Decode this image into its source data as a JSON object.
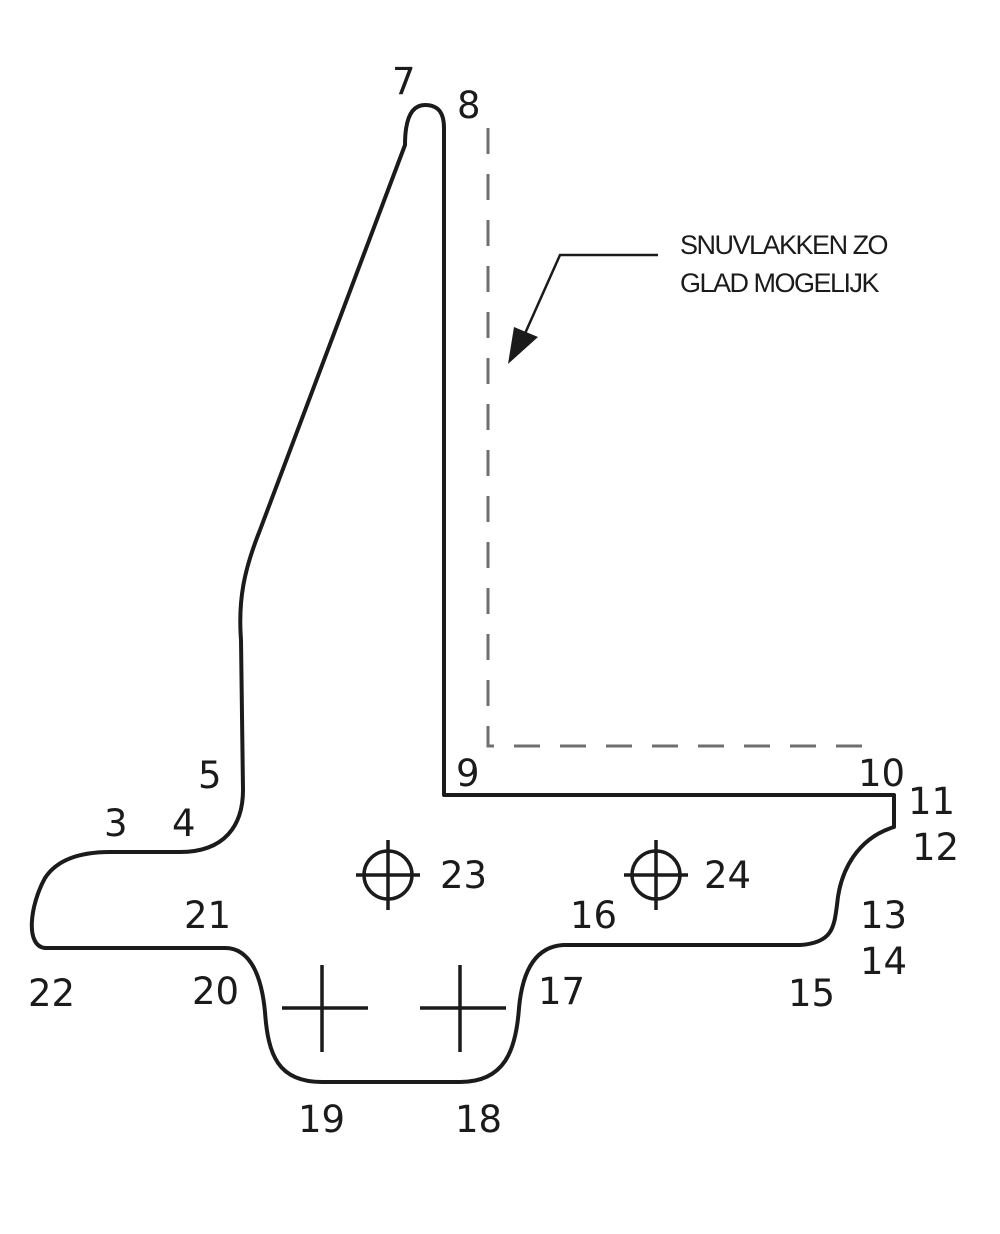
{
  "colors": {
    "line": "#1b1b1b",
    "dash": "#6f6f6f",
    "background": "#ffffff"
  },
  "note": {
    "line1": "SNUVLAKKEN ZO",
    "line2": "GLAD MOGELIJK"
  },
  "points": {
    "p3": "3",
    "p4": "4",
    "p5": "5",
    "p7": "7",
    "p8": "8",
    "p9": "9",
    "p10": "10",
    "p11": "11",
    "p12": "12",
    "p13": "13",
    "p14": "14",
    "p15": "15",
    "p16": "16",
    "p17": "17",
    "p18": "18",
    "p19": "19",
    "p20": "20",
    "p21": "21",
    "p22": "22",
    "p23": "23",
    "p24": "24"
  }
}
